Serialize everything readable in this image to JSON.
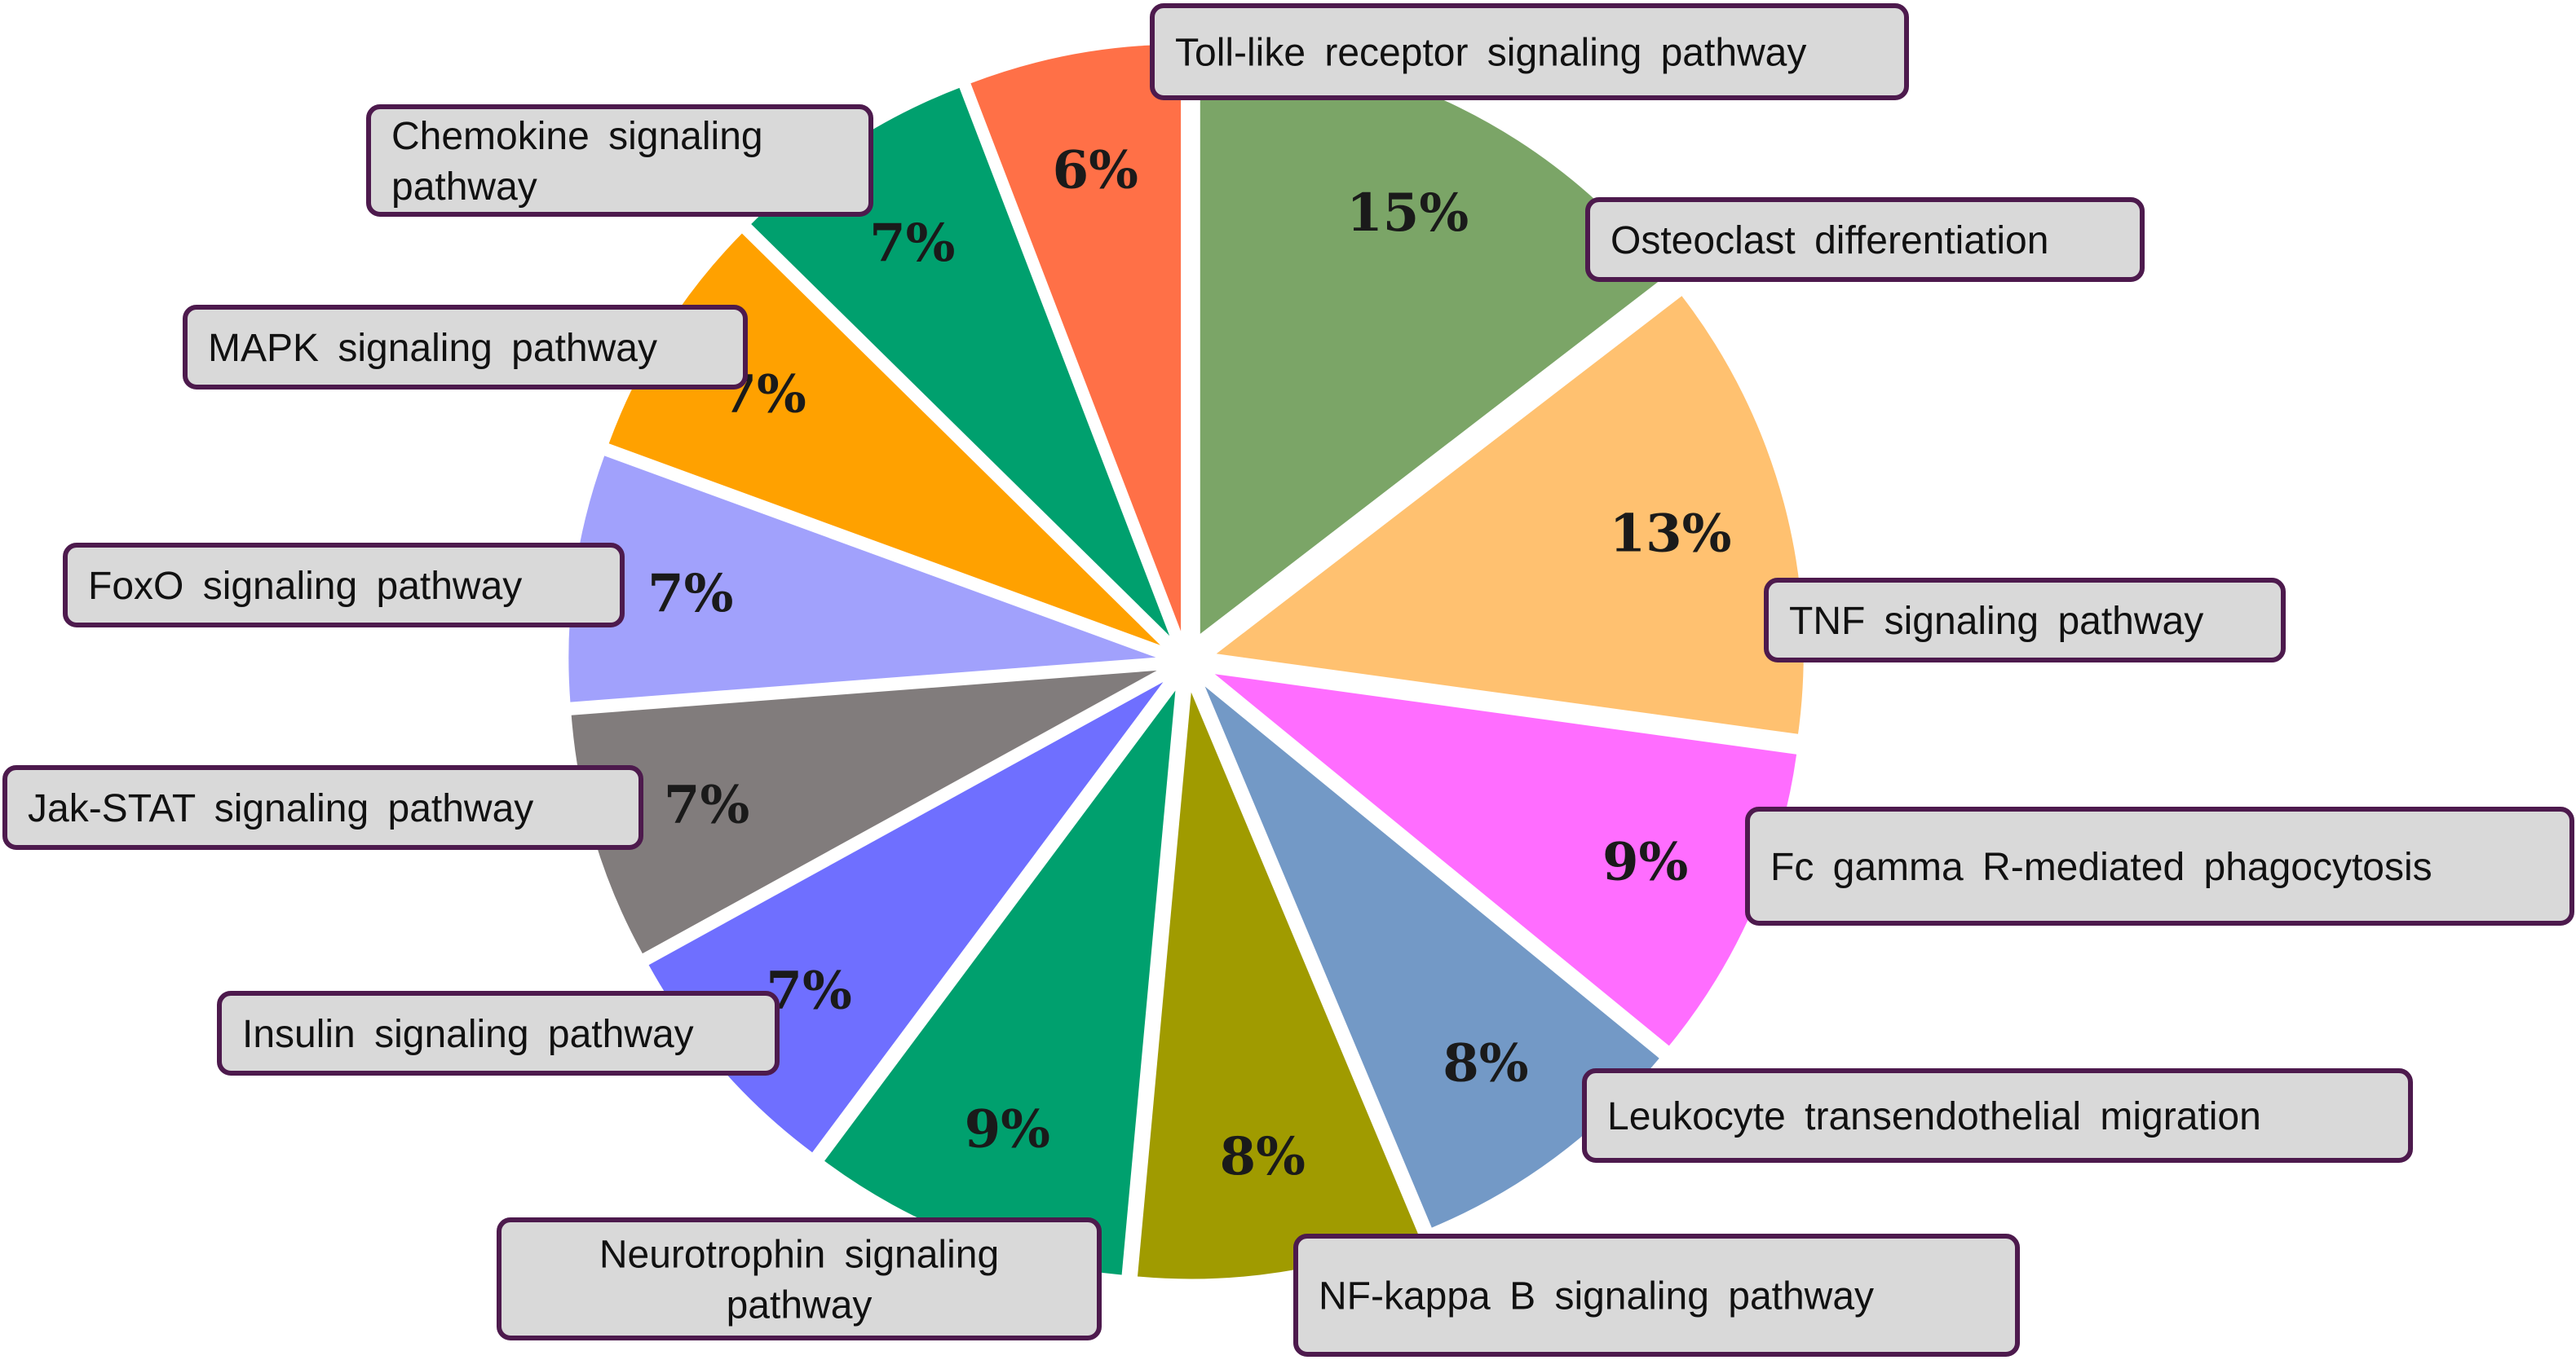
{
  "chart_data": {
    "type": "pie",
    "title": "",
    "exploded": true,
    "start": "top",
    "direction": "clockwise",
    "slices": [
      {
        "label": "Osteoclast differentiation",
        "value": 15,
        "pct_label": "15%",
        "color": "#7ba567"
      },
      {
        "label": "TNF signaling pathway",
        "value": 13,
        "pct_label": "13%",
        "color": "#ffc170"
      },
      {
        "label": "Fc gamma R-mediated phagocytosis",
        "value": 9,
        "pct_label": "9%",
        "color": "#ff6dff"
      },
      {
        "label": "Leukocyte transendothelial migration",
        "value": 8,
        "pct_label": "8%",
        "color": "#7399c6"
      },
      {
        "label": "NF-kappa B signaling pathway",
        "value": 8,
        "pct_label": "8%",
        "color": "#a09b00"
      },
      {
        "label": "Neurotrophin signaling pathway",
        "value": 9,
        "pct_label": "9%",
        "color": "#00a06e"
      },
      {
        "label": "Insulin signaling pathway",
        "value": 7,
        "pct_label": "7%",
        "color": "#6f6fff"
      },
      {
        "label": "Jak-STAT signaling pathway",
        "value": 7,
        "pct_label": "7%",
        "color": "#817c7c"
      },
      {
        "label": "FoxO signaling pathway",
        "value": 7,
        "pct_label": "7%",
        "color": "#a1a1fc"
      },
      {
        "label": "MAPK signaling pathway",
        "value": 7,
        "pct_label": "7%",
        "color": "#ffa100"
      },
      {
        "label": "Chemokine signaling pathway",
        "value": 7,
        "pct_label": "7%",
        "color": "#00a06e"
      },
      {
        "label": "Toll-like receptor signaling pathway",
        "value": 6,
        "pct_label": "6%",
        "color": "#ff7047"
      }
    ]
  }
}
